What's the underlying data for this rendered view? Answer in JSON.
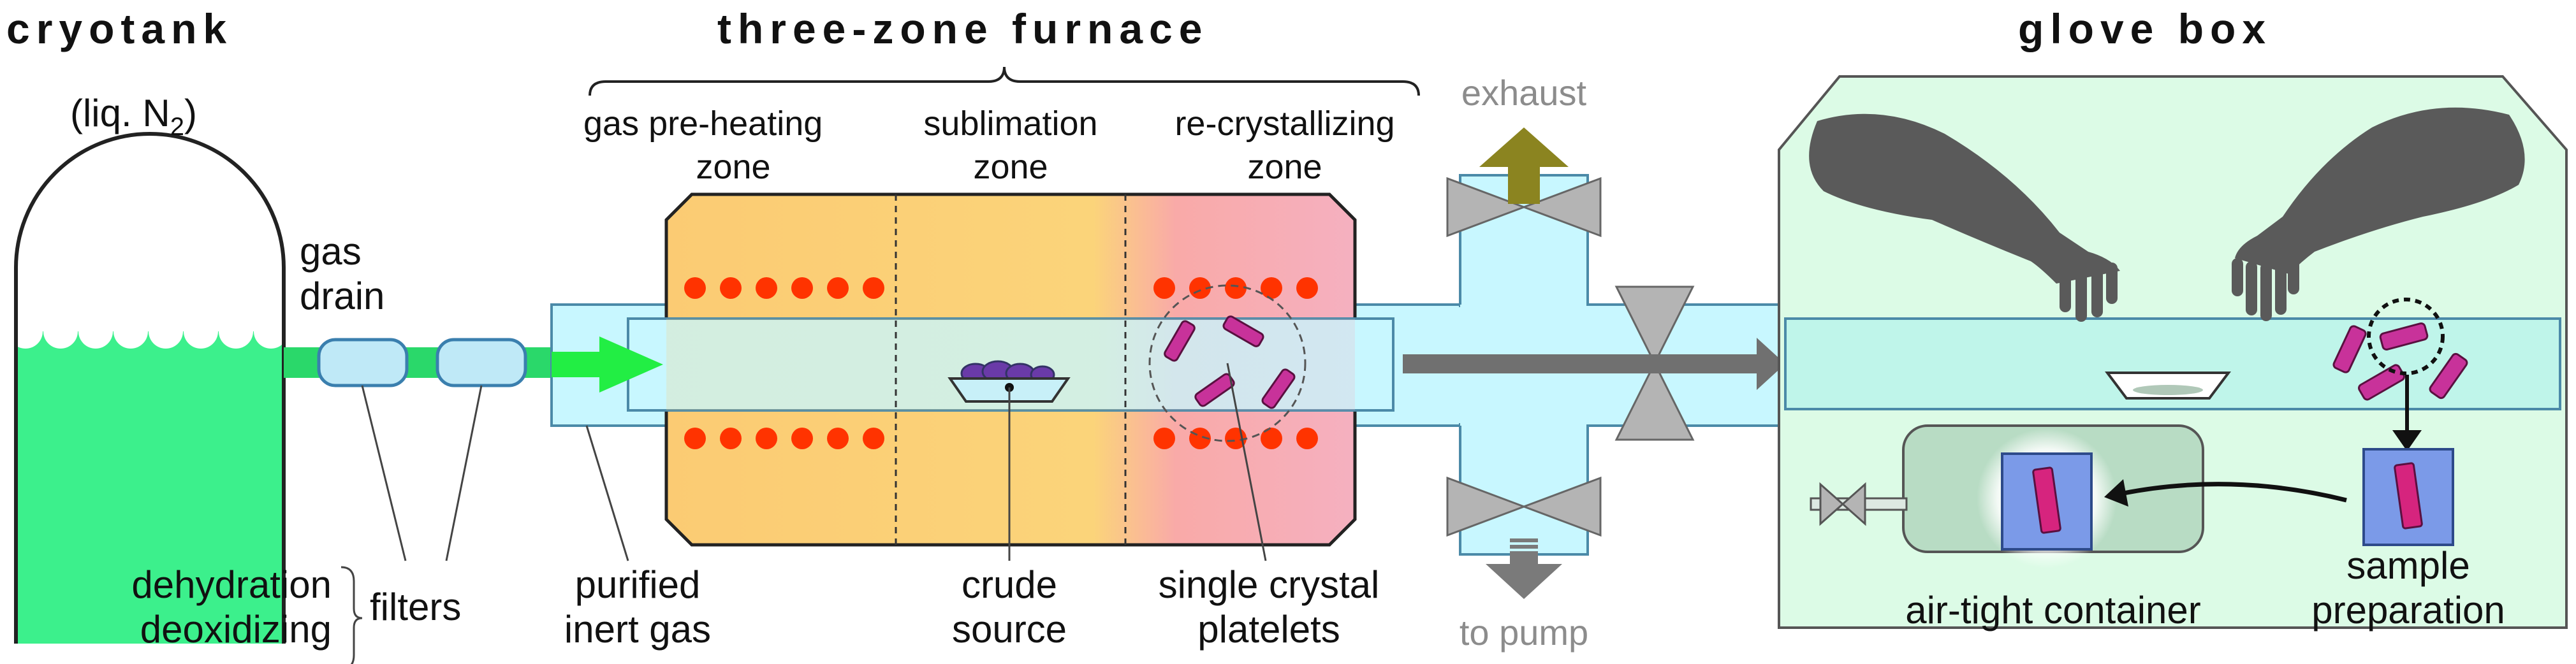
{
  "titles": {
    "cryotank": "cryotank",
    "furnace": "three-zone furnace",
    "glovebox": "glove box"
  },
  "labels": {
    "liq": "(liq. N",
    "liq_sub": "2",
    "liq_close": ")",
    "gas_drain_1": "gas",
    "gas_drain_2": "drain",
    "zone_preheat_1": "gas  pre-heating",
    "zone_preheat_2": "zone",
    "zone_sublimation_1": "sublimation",
    "zone_sublimation_2": "zone",
    "zone_recryst_1": "re-crystallizing",
    "zone_recryst_2": "zone",
    "exhaust": "exhaust",
    "to_pump": "to pump",
    "dehydration": "dehydration",
    "deoxidizing": "deoxidizing",
    "filters": "filters",
    "purified_1": "purified",
    "purified_2": "inert gas",
    "crude_1": "crude",
    "crude_2": "source",
    "single_1": "single crystal",
    "single_2": "platelets",
    "airtight": "air-tight container",
    "sample_1": "sample",
    "sample_2": "preparation"
  },
  "colors": {
    "liquid": "#3cf08c",
    "gas_flow": "#22ee44",
    "tube": "#c8f7ff",
    "tube_stroke": "#4b8aa8",
    "heater": "#ff3300",
    "furnace_left": "#fbcb73",
    "furnace_right": "#f8a8ad",
    "glovebox": "#dcfbe6",
    "crystal": "#c8329a",
    "sample_holder": "#7b9ae8",
    "valve": "#b4b4b4",
    "exhaust_arrow": "#8b8420",
    "pump_arrow": "#7a7a7a",
    "glove": "#5a5a5a"
  }
}
